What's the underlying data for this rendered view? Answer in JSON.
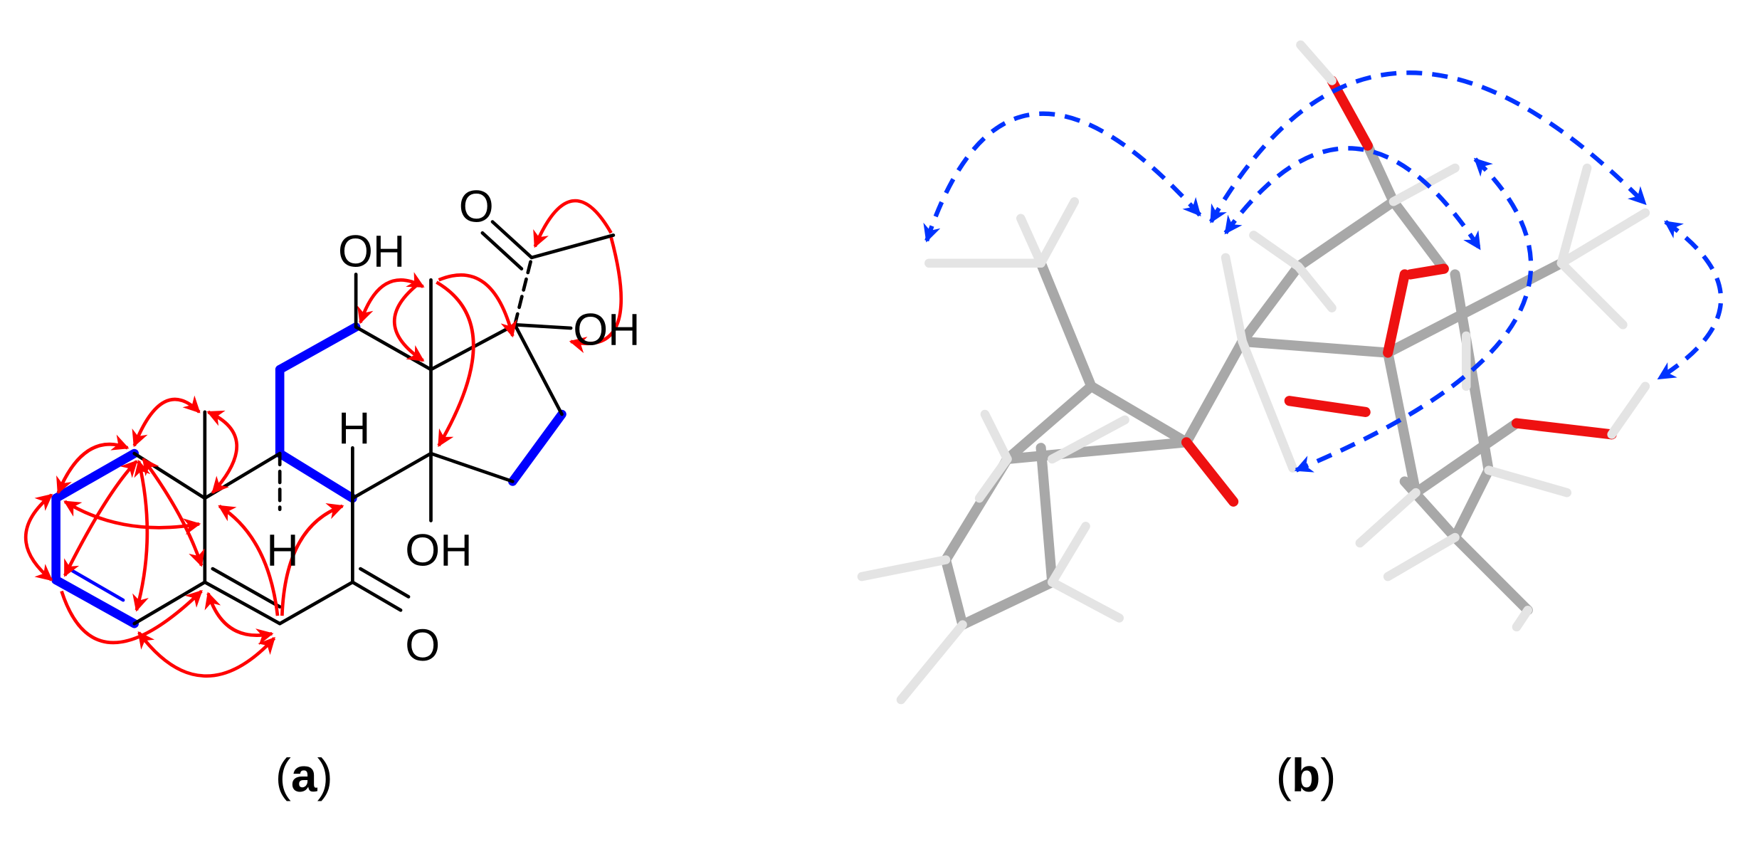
{
  "panel_a": {
    "caption": {
      "open": "(",
      "letter": "a",
      "close": ")"
    },
    "atoms": {
      "oh_c12": "OH",
      "o_c20": "O",
      "oh_c17": "OH",
      "h_c8": "H",
      "h_c9": "H",
      "oh_c14": "OH",
      "o_c7": "O"
    },
    "legend_colors": {
      "hmbc_arrow": "#ff0000",
      "cosy_bond": "#0000ff"
    }
  },
  "panel_b": {
    "caption": {
      "open": "(",
      "letter": "b",
      "close": ")"
    },
    "legend_colors": {
      "noesy_arrow": "#0033ff",
      "carbon": "#a8a8a8",
      "hydrogen": "#e4e4e4",
      "oxygen": "#ee1111"
    }
  }
}
